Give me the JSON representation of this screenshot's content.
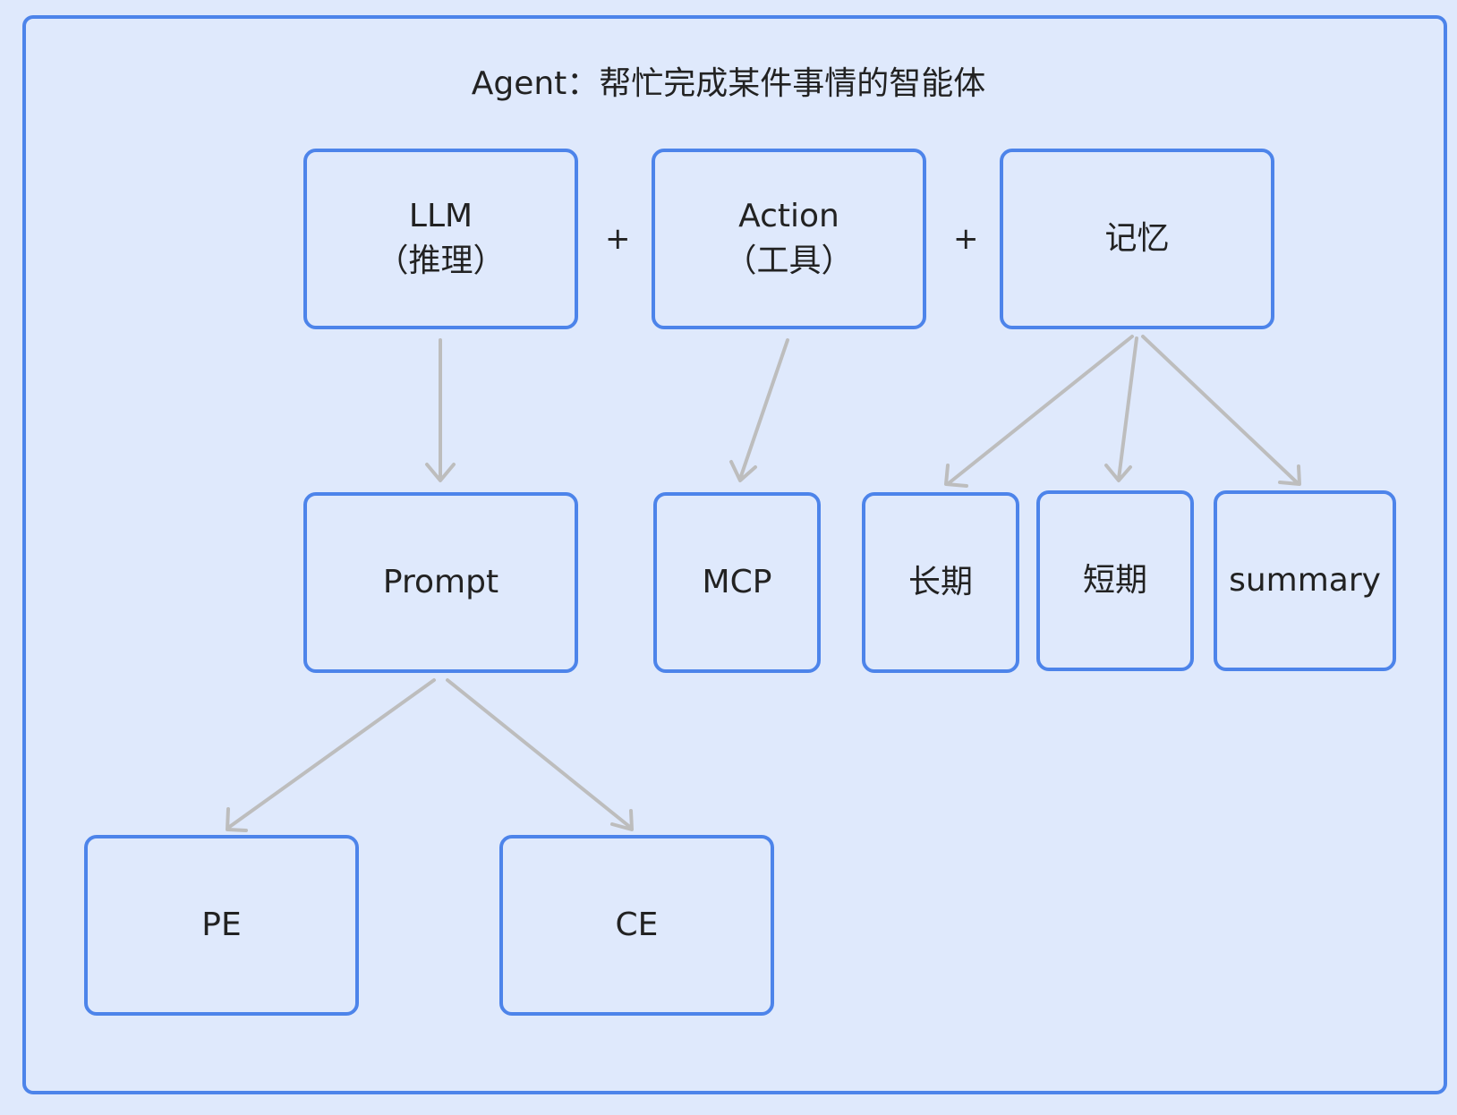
{
  "title": "Agent：帮忙完成某件事情的智能体",
  "nodes": {
    "llm": {
      "line1": "LLM",
      "line2": "（推理）"
    },
    "action": {
      "line1": "Action",
      "line2": "（工具）"
    },
    "memory": {
      "label": "记忆"
    },
    "prompt": {
      "label": "Prompt"
    },
    "mcp": {
      "label": "MCP"
    },
    "long_term": {
      "label": "长期"
    },
    "short_term": {
      "label": "短期"
    },
    "summary": {
      "label": "summary"
    },
    "pe": {
      "label": "PE"
    },
    "ce": {
      "label": "CE"
    }
  },
  "operators": {
    "plus1": "+",
    "plus2": "+"
  },
  "colors": {
    "border": "#4d84ea",
    "background": "#dfe9fc",
    "arrow": "#bdbdbd"
  }
}
